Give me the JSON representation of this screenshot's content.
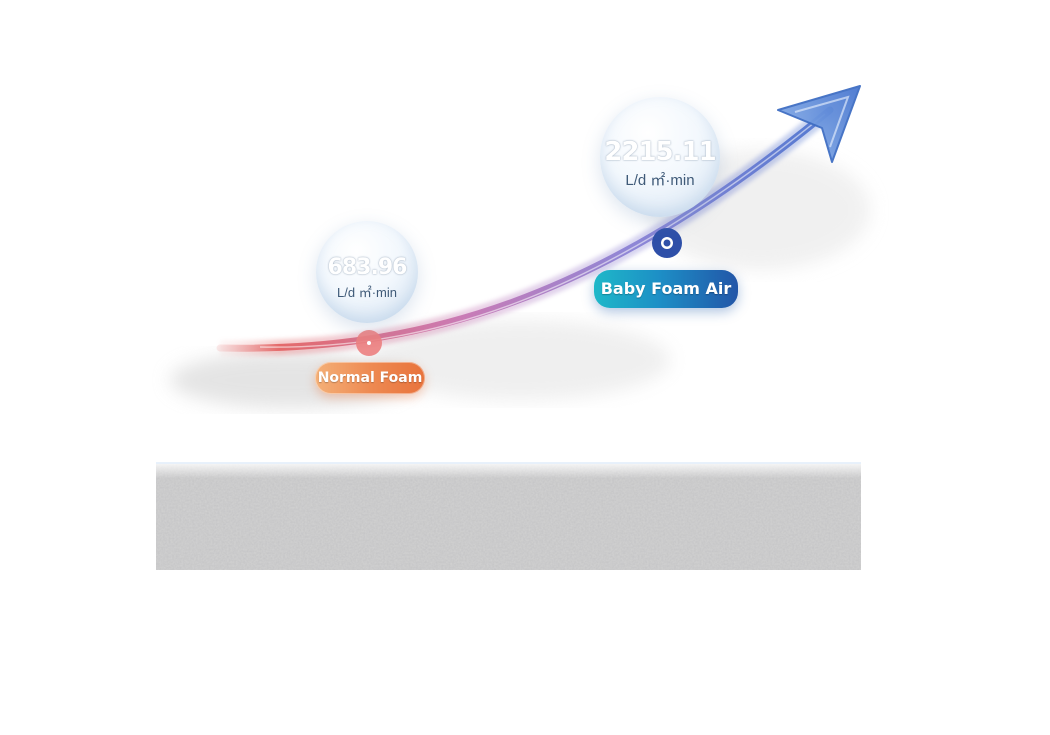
{
  "markers": [
    {
      "value": "683.96",
      "unit": "L/d ㎡·min",
      "label": "Normal Foam",
      "color": "#e8733c"
    },
    {
      "value": "2215.11",
      "unit": "L/d ㎡·min",
      "label": "Baby Foam Air",
      "color": "#2256a8"
    }
  ],
  "colors": {
    "curve_start": "#e46a6a",
    "curve_mid": "#b46fc0",
    "curve_end": "#4a78d0",
    "arrow": "#5b8ee0",
    "foam": "#c8c8c8"
  }
}
